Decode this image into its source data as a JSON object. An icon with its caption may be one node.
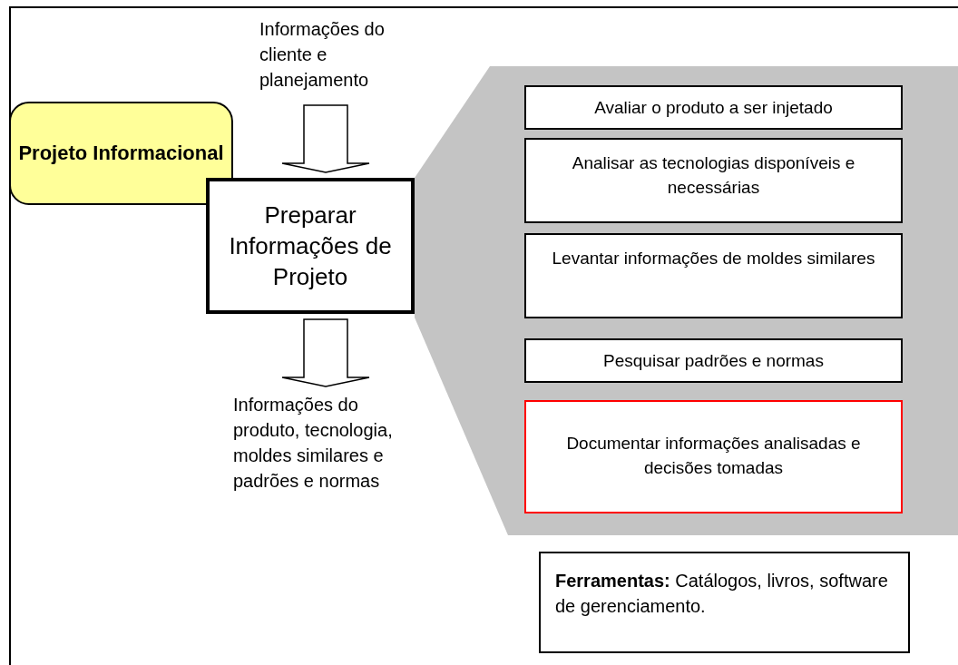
{
  "diagram": {
    "nodes": [
      {
        "text": [
          "Informações do cliente e planejamento"
        ]
      },
      {
        "text": [
          "Projeto Informacional"
        ]
      },
      {
        "text": [
          "Preparar Informações de Projeto"
        ]
      },
      {
        "text": [],
        "shape": "band"
      },
      {
        "text": [
          "Avaliar o produto a ser injetado"
        ],
        "in": 3
      },
      {
        "text": [
          "Analisar as tecnologias disponíveis e necessárias"
        ],
        "in": 3
      },
      {
        "text": [
          "Levantar informações de moldes similares"
        ],
        "in": 3
      },
      {
        "text": [
          "Pesquisar padrões e normas"
        ],
        "in": 3
      },
      {
        "text": [
          "Documentar informações analisadas e decisões tomadas"
        ],
        "in": 3
      },
      {
        "text": [
          "Informações do produto, tecnologia, moldes similares e padrões e normas"
        ]
      },
      {
        "text": [
          "**Ferramentas:** Catálogos, livros, software de gerenciamento."
        ]
      }
    ],
    "edges": [
      {
        "from": 0,
        "to": 2,
        "arrow": "to"
      },
      {
        "from": 2,
        "to": 9,
        "arrow": "to"
      }
    ]
  }
}
